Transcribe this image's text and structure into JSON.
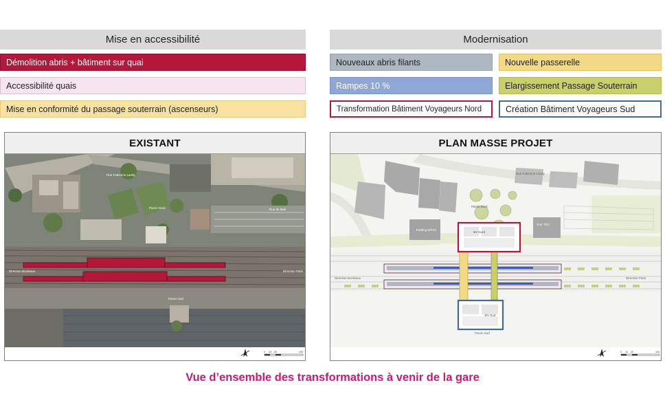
{
  "left_column": {
    "header": "Mise en accessibilité",
    "items": [
      {
        "label": "Démolition abris + bâtiment sur quai",
        "bg": "#b5173b",
        "color": "#ffffff",
        "border": "#8e1030"
      },
      {
        "label": "Accessibilité quais",
        "bg": "#f6e4f0",
        "color": "#222222",
        "border": "#d7c2d2"
      },
      {
        "label": "Mise en conformité du passage souterrain (ascenseurs)",
        "bg": "#f9e1a1",
        "color": "#222222",
        "border": "#e2c97b"
      }
    ]
  },
  "right_column": {
    "header": "Modernisation",
    "items": [
      {
        "label": "Nouveaux abris filants",
        "bg": "#aeb8c3",
        "color": "#222222",
        "border": "#98a3ae"
      },
      {
        "label": "Nouvelle passerelle",
        "bg": "#f4d984",
        "color": "#222222",
        "border": "#e0c36b"
      },
      {
        "label": "Rampes 10 %",
        "bg": "#8ea7d6",
        "color": "#ffffff",
        "border": "#7b94c4"
      },
      {
        "label": "Elargissement Passage Souterrain",
        "bg": "#c9cf6a",
        "color": "#222222",
        "border": "#b0b65a"
      },
      {
        "label": "Transformation Bâtiment Voyageurs Nord",
        "bg": "#ffffff",
        "color": "#222222",
        "border": "#b5173b"
      },
      {
        "label": "Création Bâtiment Voyageurs Sud",
        "bg": "#ffffff",
        "color": "#222222",
        "border": "#3f6d99"
      }
    ]
  },
  "panels": {
    "existing": {
      "title": "EXISTANT",
      "labels": {
        "street_north": "Rue Fabienne Landy",
        "parvis_nord": "Parvis Nord",
        "direction_bordeaux": "Direction Bordeaux",
        "direction_paris": "Direction Paris",
        "parvis_sud": "Parvis Sud",
        "rue_mail": "Rue du Mail"
      }
    },
    "project": {
      "title": "PLAN MASSE PROJET",
      "labels": {
        "street_north": "Rue Fabienne Landy",
        "parvis_nord": "Parvis Nord",
        "parking": "Parking EFFIA",
        "bv_nord": "BV Nord",
        "tour_tgv": "Tour TGV",
        "direction_bordeaux": "Direction Bordeaux",
        "direction_paris": "Direction Paris",
        "bv_sud": "BV Sud",
        "parvis_sud": "Parvis Sud"
      }
    },
    "scale_ticks": [
      "0",
      "10",
      "20",
      "100"
    ]
  },
  "caption": "Vue d’ensemble des transformations à venir de la gare"
}
